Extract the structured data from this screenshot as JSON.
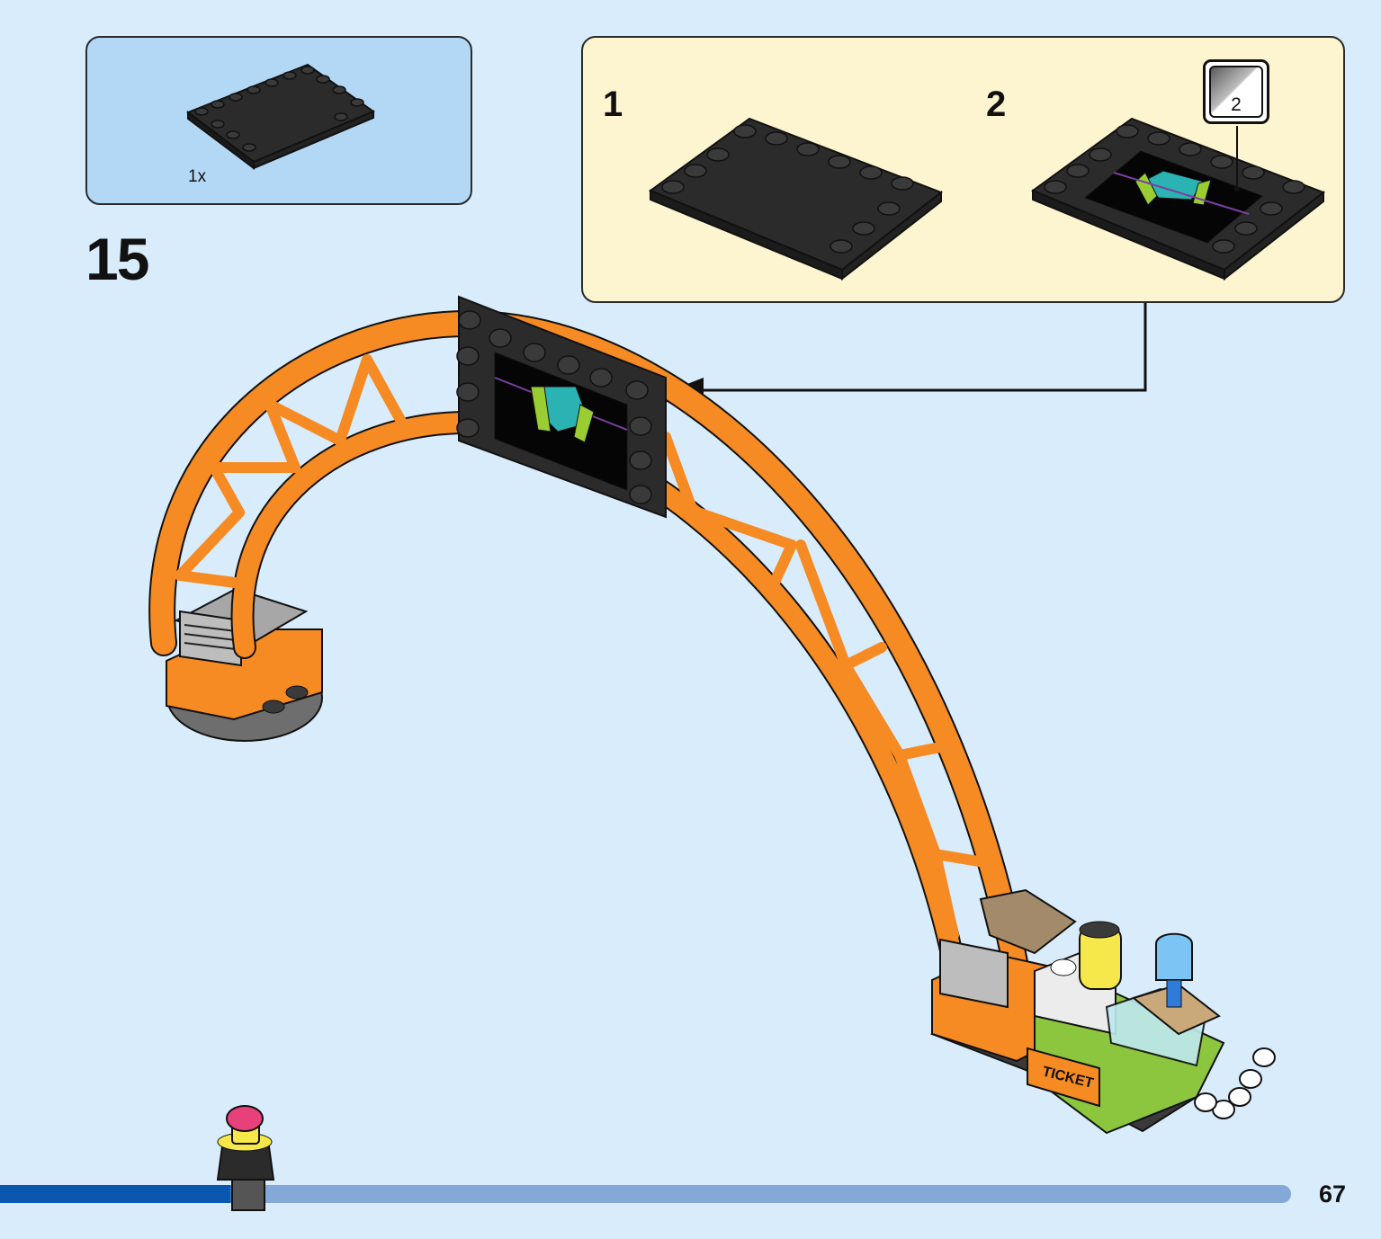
{
  "parts_callout": {
    "quantity": "1x"
  },
  "step": {
    "number": "15"
  },
  "sub_assembly": {
    "steps": [
      {
        "label": "1"
      },
      {
        "label": "2"
      }
    ],
    "sticker": {
      "number": "2"
    }
  },
  "model": {
    "ticket_text": "TICKET"
  },
  "progress": {
    "fraction": 0.18
  },
  "page": {
    "number": "67"
  },
  "colors": {
    "background": "#d9ecfb",
    "parts_box": "#b3d8f5",
    "sub_box": "#fdf4d0",
    "track_orange": "#f68b24",
    "plate_black": "#2b2b2b",
    "progress_done": "#0a57b0",
    "progress_rest": "#84a8d8"
  },
  "icons": [
    "black-tile-plate-icon",
    "sticker-sheet-icon",
    "minifigure-icon",
    "arrow-left-icon"
  ]
}
